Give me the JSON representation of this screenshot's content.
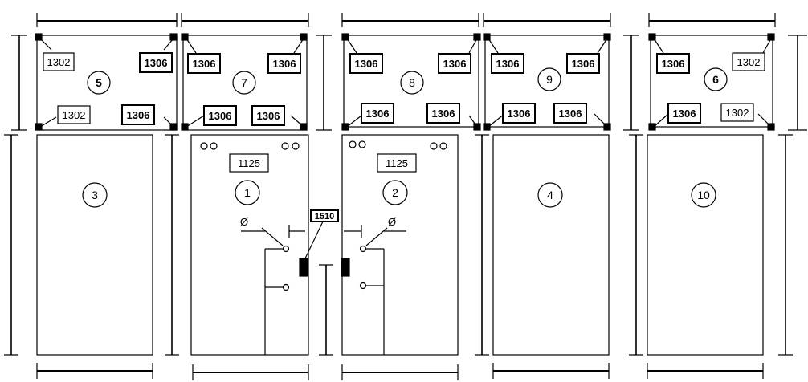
{
  "cabinets": [
    {
      "number": "5",
      "labels": [
        "1302",
        "1306",
        "1302",
        "1306"
      ]
    },
    {
      "number": "7",
      "labels": [
        "1306",
        "1306",
        "1306",
        "1306"
      ]
    },
    {
      "number": "8",
      "labels": [
        "1306",
        "1306",
        "1306",
        "1306"
      ]
    },
    {
      "number": "9",
      "labels": [
        "1306",
        "1306",
        "1306",
        "1306"
      ]
    },
    {
      "number": "6",
      "labels": [
        "1306",
        "1302",
        "1306",
        "1302"
      ]
    },
    {
      "number": "3"
    },
    {
      "number": "1",
      "label": "1125"
    },
    {
      "number": "2",
      "label": "1125"
    },
    {
      "number": "4"
    },
    {
      "number": "10"
    }
  ],
  "callout": "1510",
  "switch_symbol": "Ø"
}
